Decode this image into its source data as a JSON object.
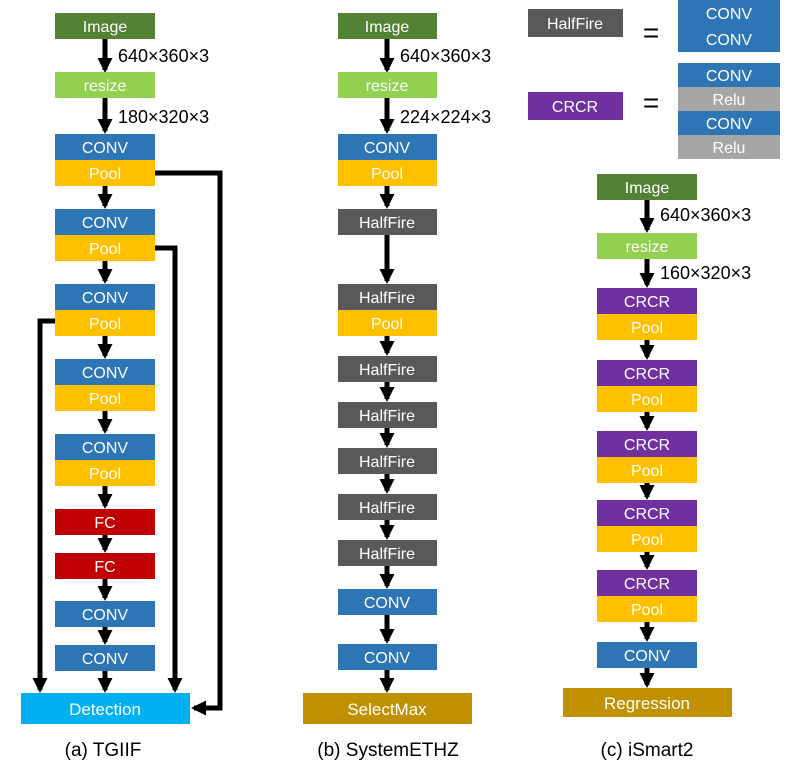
{
  "colors": {
    "image": "#548235",
    "resize": "#92D050",
    "conv": "#2E75B6",
    "pool": "#FFC000",
    "fc": "#C00000",
    "halffire": "#595959",
    "crcr": "#7030A0",
    "relu": "#A6A6A6",
    "detection": "#00B0F0",
    "output": "#BF9000"
  },
  "icons": [
    "down-arrow-icon",
    "equals-sign"
  ],
  "panel_a": {
    "caption": "(a) TGIIF",
    "image_label": "Image",
    "input_dim": "640×360×3",
    "resize_label": "resize",
    "resized_dim": "180×320×3",
    "conv_label": "CONV",
    "pool_label": "Pool",
    "fc_label": "FC",
    "output_label": "Detection"
  },
  "panel_b": {
    "caption": "(b) SystemETHZ",
    "image_label": "Image",
    "input_dim": "640×360×3",
    "resize_label": "resize",
    "resized_dim": "224×224×3",
    "conv_label": "CONV",
    "pool_label": "Pool",
    "halffire_label": "HalfFire",
    "output_label": "SelectMax"
  },
  "panel_c": {
    "caption": "(c) iSmart2",
    "image_label": "Image",
    "input_dim": "640×360×3",
    "resize_label": "resize",
    "resized_dim": "160×320×3",
    "crcr_label": "CRCR",
    "pool_label": "Pool",
    "conv_label": "CONV",
    "output_label": "Regression"
  },
  "legend": {
    "halffire_label": "HalfFire",
    "halffire_parts": [
      "CONV",
      "CONV"
    ],
    "crcr_label": "CRCR",
    "crcr_parts": [
      "CONV",
      "Relu",
      "CONV",
      "Relu"
    ],
    "equals": "="
  }
}
